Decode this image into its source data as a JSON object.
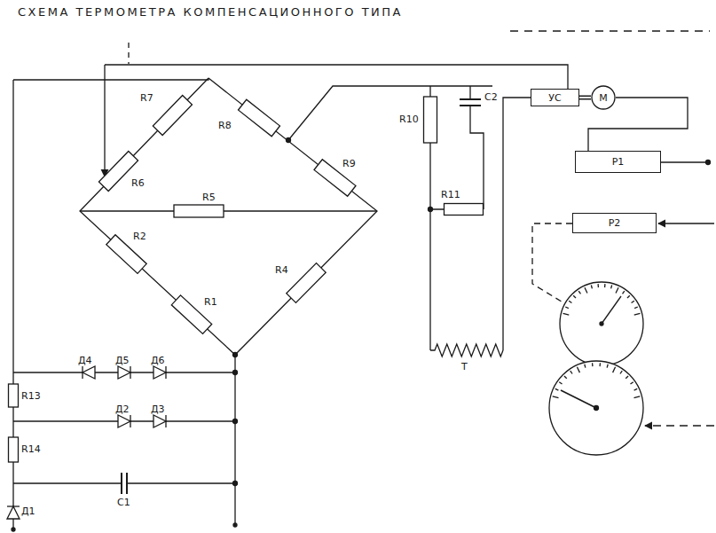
{
  "diagram": {
    "title": "СХЕМА ТЕРМОМЕТРА КОМПЕНСАЦИОННОГО ТИПА",
    "nodes": [
      {
        "text": [
          "УС"
        ]
      },
      {
        "text": [
          "M"
        ]
      },
      {
        "text": [
          "P1"
        ]
      },
      {
        "text": [
          "P2"
        ]
      }
    ],
    "edges": [
      {
        "from": 0,
        "to": 1,
        "arrow": "none"
      },
      {
        "from": 1,
        "to": 2,
        "arrow": "none"
      }
    ],
    "labels": [
      "R7",
      "R8",
      "R6",
      "R9",
      "R5",
      "R2",
      "R1",
      "R4",
      "R10",
      "C2",
      "R11",
      "T",
      "Д4",
      "Д5",
      "Д6",
      "Д2",
      "Д3",
      "R13",
      "R14",
      "Д1",
      "C1"
    ]
  }
}
